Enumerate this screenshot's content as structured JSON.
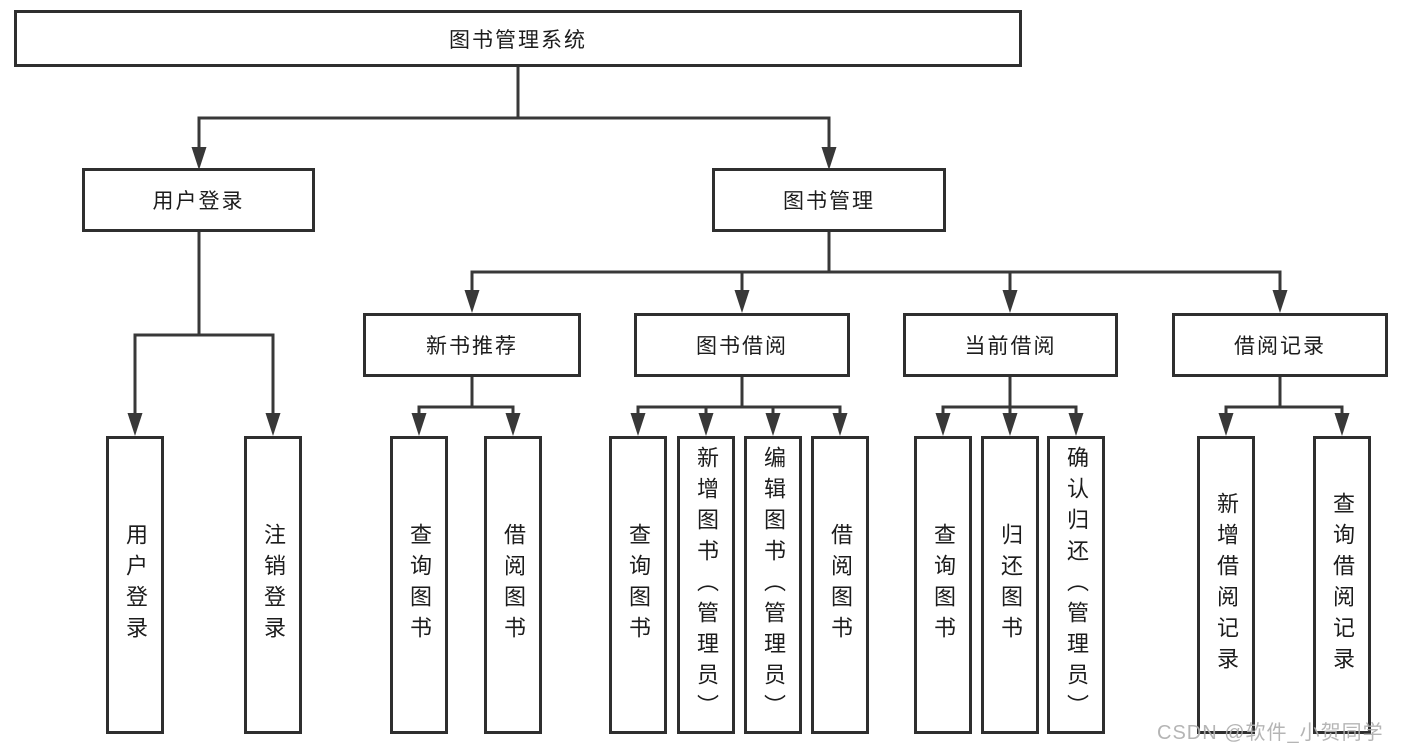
{
  "tree": {
    "label": "图书管理系统",
    "children": [
      {
        "label": "用户登录",
        "children": [
          {
            "label": "用户登录"
          },
          {
            "label": "注销登录"
          }
        ]
      },
      {
        "label": "图书管理",
        "children": [
          {
            "label": "新书推荐",
            "children": [
              {
                "label": "查询图书"
              },
              {
                "label": "借阅图书"
              }
            ]
          },
          {
            "label": "图书借阅",
            "children": [
              {
                "label": "查询图书"
              },
              {
                "label": "新增图书（管理员）"
              },
              {
                "label": "编辑图书（管理员）"
              },
              {
                "label": "借阅图书"
              }
            ]
          },
          {
            "label": "当前借阅",
            "children": [
              {
                "label": "查询图书"
              },
              {
                "label": "归还图书"
              },
              {
                "label": "确认归还（管理员）"
              }
            ]
          },
          {
            "label": "借阅记录",
            "children": [
              {
                "label": "新增借阅记录"
              },
              {
                "label": "查询借阅记录"
              }
            ]
          }
        ]
      }
    ]
  },
  "watermark": {
    "text": "CSDN @软件_小贺同学",
    "color": "#b0b0b0"
  },
  "colors": {
    "line": "#383838",
    "box_border": "#2f2f2f",
    "box_fill": "#ffffff",
    "text": "#1c1c1c",
    "background": "#ffffff"
  }
}
